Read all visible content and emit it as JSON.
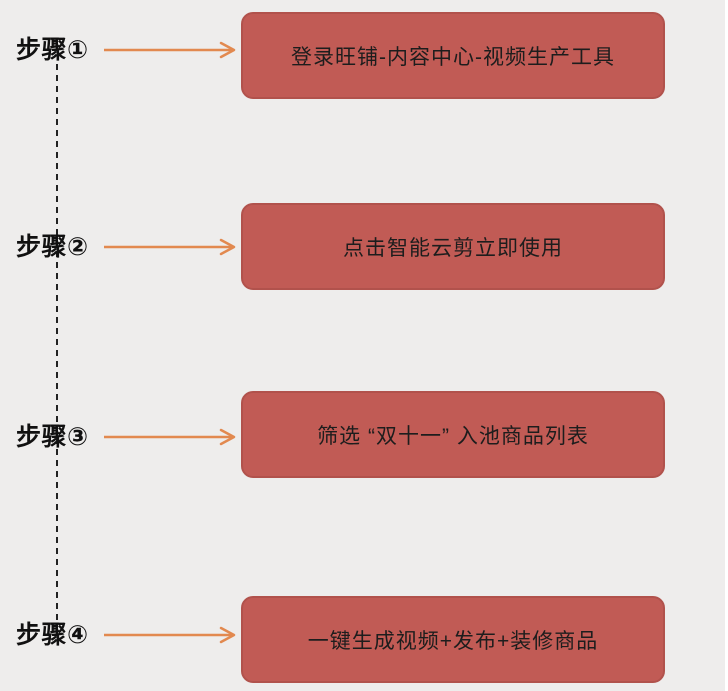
{
  "colors": {
    "canvas_bg": "#eeedec",
    "strip": "#ffffff",
    "box_fill": "#c15b55",
    "box_border": "#b1524c",
    "box_text": "#1d1d1d",
    "arrow": "#e2894f",
    "dash_line": "#222222",
    "step_text": "#111111"
  },
  "steps": [
    {
      "label": "步骤①",
      "box_text": "登录旺铺-内容中心-视频生产工具"
    },
    {
      "label": "步骤②",
      "box_text": "点击智能云剪立即使用"
    },
    {
      "label": "步骤③",
      "box_text": "筛选 “双十一” 入池商品列表"
    },
    {
      "label": "步骤④",
      "box_text": "一键生成视频+发布+装修商品"
    }
  ]
}
